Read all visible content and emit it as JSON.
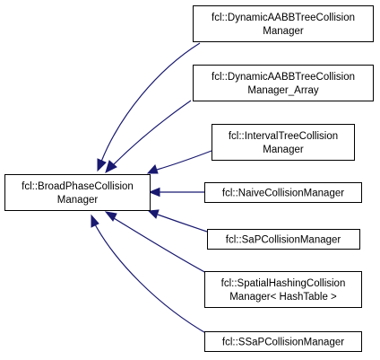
{
  "diagram": {
    "type": "inheritance-graph",
    "base_class": {
      "id": "base",
      "lines": [
        "fcl::BroadPhaseCollision",
        "Manager"
      ]
    },
    "derived_classes": [
      {
        "id": "dyn-aabb",
        "lines": [
          "fcl::DynamicAABBTreeCollision",
          "Manager"
        ]
      },
      {
        "id": "dyn-aabb-array",
        "lines": [
          "fcl::DynamicAABBTreeCollision",
          "Manager_Array"
        ]
      },
      {
        "id": "interval-tree",
        "lines": [
          "fcl::IntervalTreeCollision",
          "Manager"
        ]
      },
      {
        "id": "naive",
        "lines": [
          "fcl::NaiveCollisionManager"
        ]
      },
      {
        "id": "sap",
        "lines": [
          "fcl::SaPCollisionManager"
        ]
      },
      {
        "id": "spatial-hashing",
        "lines": [
          "fcl::SpatialHashingCollision",
          "Manager< HashTable >"
        ]
      },
      {
        "id": "ssap",
        "lines": [
          "fcl::SSaPCollisionManager"
        ]
      }
    ],
    "edges": [
      {
        "from": "dyn-aabb",
        "to": "base"
      },
      {
        "from": "dyn-aabb-array",
        "to": "base"
      },
      {
        "from": "interval-tree",
        "to": "base"
      },
      {
        "from": "naive",
        "to": "base"
      },
      {
        "from": "sap",
        "to": "base"
      },
      {
        "from": "spatial-hashing",
        "to": "base"
      },
      {
        "from": "ssap",
        "to": "base"
      }
    ],
    "colors": {
      "edge": "#191970",
      "node_border": "#000000",
      "node_fill": "#ffffff",
      "text": "#000000"
    }
  }
}
